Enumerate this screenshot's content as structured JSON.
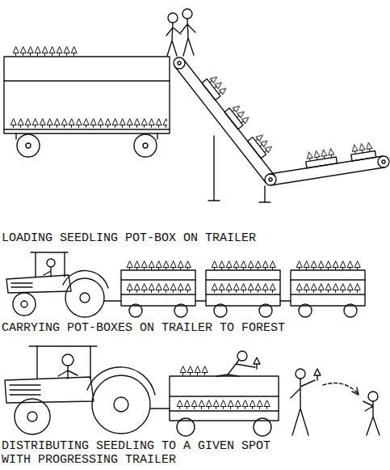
{
  "diagram": {
    "labels": [
      "LOADING SEEDLING POT-BOX ON TRAILER",
      "CARRYING POT-BOXES ON TRAILER TO FOREST",
      "DISTRIBUTING SEEDLING TO A GIVEN SPOT WITH PROGRESSING TRAILER"
    ]
  }
}
